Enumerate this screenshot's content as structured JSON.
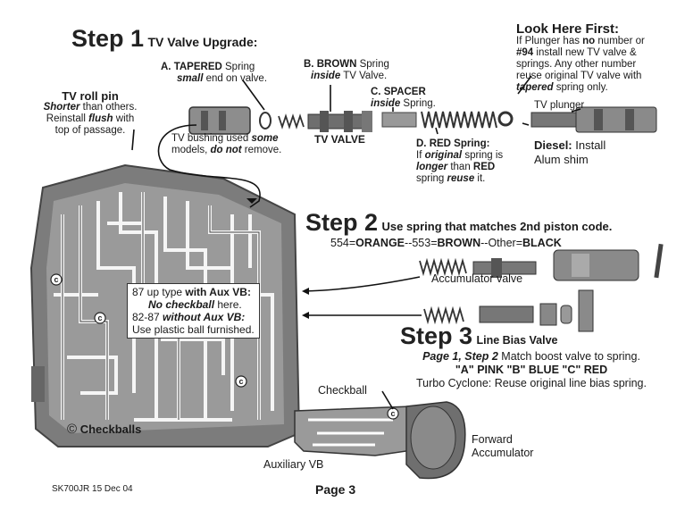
{
  "step1": {
    "title": "Step 1",
    "subtitle": "TV Valve Upgrade:"
  },
  "callouts": {
    "A": {
      "letter": "A.",
      "word": "TAPERED",
      "rest": " Spring",
      "line2_em": "small",
      "line2_rest": " end on valve."
    },
    "B": {
      "letter": "B.",
      "word": "BROWN",
      "rest": " Spring",
      "line2_em": "inside",
      "line2_rest": " TV Valve."
    },
    "C": {
      "letter": "C.",
      "word": "SPACER",
      "line2_em": "inside",
      "line2_rest": " Spring."
    },
    "D": {
      "letter": "D.",
      "word": "RED Spring:",
      "l2a": "If ",
      "l2em": "original",
      "l2b": " spring is",
      "l3em": "longer",
      "l3b": " than ",
      "l3red": "RED",
      "l4a": "spring ",
      "l4em": "reuse",
      "l4b": " it."
    }
  },
  "tv_roll_pin": {
    "title": "TV roll pin",
    "l1em": "Shorter",
    "l1b": " than others.",
    "l2a": "Reinstall ",
    "l2em": "flush",
    "l2b": " with",
    "l3": "top of passage."
  },
  "tv_bushing": {
    "l1a": "TV bushing used ",
    "l1em": "some",
    "l2a": "models, ",
    "l2em": "do not",
    "l2b": " remove."
  },
  "tv_valve_label": "TV VALVE",
  "tv_plunger_label": "TV plunger",
  "look_here": {
    "title": "Look Here First:",
    "l1a": "If Plunger has ",
    "l1b": "no",
    "l1c": " number or",
    "l2a": "#94",
    "l2b": " install new TV valve &",
    "l3": "springs.  Any other number",
    "l4": "reuse original TV valve with",
    "l5a": "tapered",
    "l5b": "  spring only."
  },
  "diesel": {
    "a": "Diesel:",
    "b": " Install",
    "c": "Alum shim"
  },
  "step2": {
    "title": "Step 2",
    "subtitle": "Use spring that matches 2nd piston code.",
    "codes_a": "554=",
    "codes_b": "ORANGE",
    "codes_c": "--553=",
    "codes_d": "BROWN",
    "codes_e": "--Other=",
    "codes_f": "BLACK"
  },
  "accumulator_valve_label": "Accumulator valve",
  "aux_box": {
    "l1a": "87 up type ",
    "l1b": "with Aux VB:",
    "l2": "No checkball",
    "l2b": " here.",
    "l3a": "82-87 ",
    "l3b": "without Aux VB:",
    "l4": "Use plastic ball furnished."
  },
  "step3": {
    "title": "Step 3",
    "subtitle": "Line Bias Valve",
    "l1a": "Page 1, Step 2",
    "l1b": " Match boost valve to spring.",
    "l2": "\"A\"  PINK  \"B\"  BLUE   \"C\" RED",
    "l3": "Turbo Cyclone: Reuse original line bias spring."
  },
  "checkball_label": "Checkball",
  "checkballs_legend": {
    "symbol": "©",
    "label": "Checkballs"
  },
  "forward_acc": {
    "l1": "Forward",
    "l2": "Accumulator"
  },
  "aux_vb_label": "Auxiliary VB",
  "footer_code": "SK700JR 15 Dec 04",
  "page_label": "Page 3"
}
